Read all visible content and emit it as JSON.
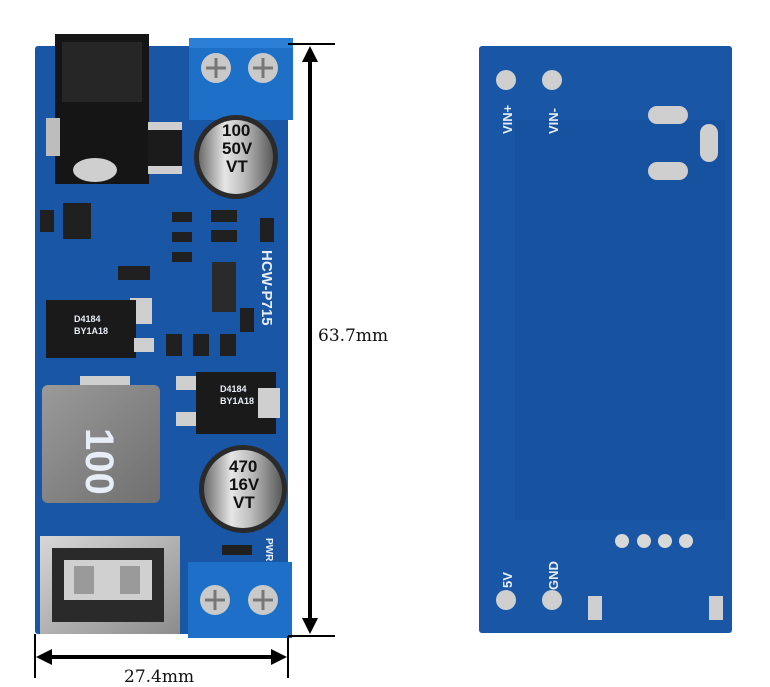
{
  "photo": {
    "subject": "DC-DC buck converter board, front and back",
    "colors": {
      "pcb": "#1a56a6",
      "pcb_dark": "#0f3f86",
      "terminal": "#1e6fc7",
      "background": "#ffffff"
    }
  },
  "front": {
    "board_label": "HCW-P715",
    "pwr_label": "PWR",
    "cap_large": [
      "100",
      "50V",
      "VT"
    ],
    "cap_out": [
      "470",
      "16V",
      "VT"
    ],
    "ic_marking": [
      "D4184",
      "BY1A18"
    ],
    "inductor_marking": "100"
  },
  "back": {
    "vin_plus": "VIN+",
    "vin_minus": "VIN-",
    "out_5v": "5V",
    "gnd": "GND"
  },
  "dimensions": {
    "height": "63.7mm",
    "width": "27.4mm"
  }
}
